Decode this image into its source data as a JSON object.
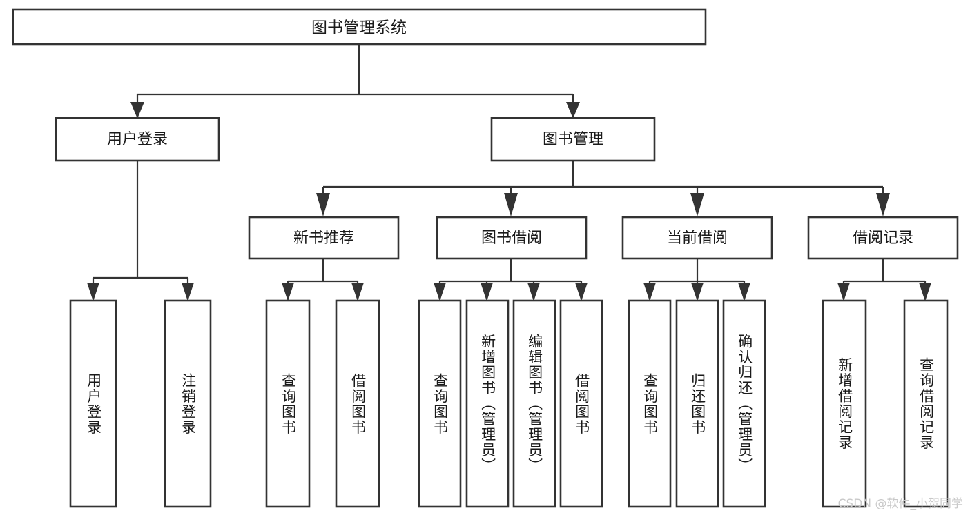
{
  "diagram": {
    "type": "tree-hierarchy",
    "title": "图书管理系统",
    "watermark": "CSDN @软件_小贺同学",
    "colors": {
      "box_stroke": "#333333",
      "box_fill": "#ffffff",
      "text": "#1a1a1a",
      "watermark": "#c9c9c9",
      "background": "#ffffff"
    },
    "root": {
      "label": "图书管理系统"
    },
    "level1": [
      {
        "label": "用户登录"
      },
      {
        "label": "图书管理"
      }
    ],
    "level2": [
      {
        "label": "新书推荐"
      },
      {
        "label": "图书借阅"
      },
      {
        "label": "当前借阅"
      },
      {
        "label": "借阅记录"
      }
    ],
    "leaves": {
      "user_login": [
        {
          "label": "用户登录"
        },
        {
          "label": "注销登录"
        }
      ],
      "new_book_recommend": [
        {
          "label": "查询图书"
        },
        {
          "label": "借阅图书"
        }
      ],
      "book_borrow": [
        {
          "label": "查询图书"
        },
        {
          "label": "新增图书（管理员）"
        },
        {
          "label": "编辑图书（管理员）"
        },
        {
          "label": "借阅图书"
        }
      ],
      "current_borrow": [
        {
          "label": "查询图书"
        },
        {
          "label": "归还图书"
        },
        {
          "label": "确认归还（管理员）"
        }
      ],
      "borrow_record": [
        {
          "label": "新增借阅记录"
        },
        {
          "label": "查询借阅记录"
        }
      ]
    }
  }
}
